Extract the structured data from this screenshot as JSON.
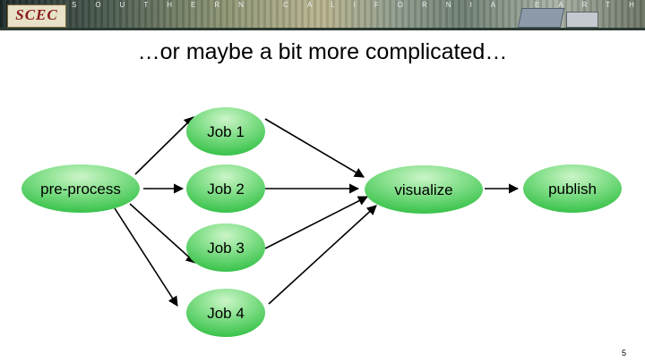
{
  "header": {
    "logo_text": "SCEC",
    "banner_text": "SOUTHERN CALIFORNIA EARTHQUAKE CENTER"
  },
  "slide": {
    "title": "…or maybe a bit more complicated…",
    "page_number": "5"
  },
  "colors": {
    "node_fill_light": "#ccf5c8",
    "node_fill_dark": "#38c24a",
    "edge": "#000000"
  },
  "diagram": {
    "nodes": [
      {
        "id": "pre-process",
        "label": "pre-process"
      },
      {
        "id": "job1",
        "label": "Job 1"
      },
      {
        "id": "job2",
        "label": "Job 2"
      },
      {
        "id": "job3",
        "label": "Job 3"
      },
      {
        "id": "job4",
        "label": "Job 4"
      },
      {
        "id": "visualize",
        "label": "visualize"
      },
      {
        "id": "publish",
        "label": "publish"
      }
    ],
    "edges": [
      {
        "from": "pre-process",
        "to": "job1"
      },
      {
        "from": "pre-process",
        "to": "job2"
      },
      {
        "from": "pre-process",
        "to": "job3"
      },
      {
        "from": "pre-process",
        "to": "job4"
      },
      {
        "from": "job1",
        "to": "visualize"
      },
      {
        "from": "job2",
        "to": "visualize"
      },
      {
        "from": "job3",
        "to": "visualize"
      },
      {
        "from": "job4",
        "to": "visualize"
      },
      {
        "from": "visualize",
        "to": "publish"
      }
    ]
  }
}
